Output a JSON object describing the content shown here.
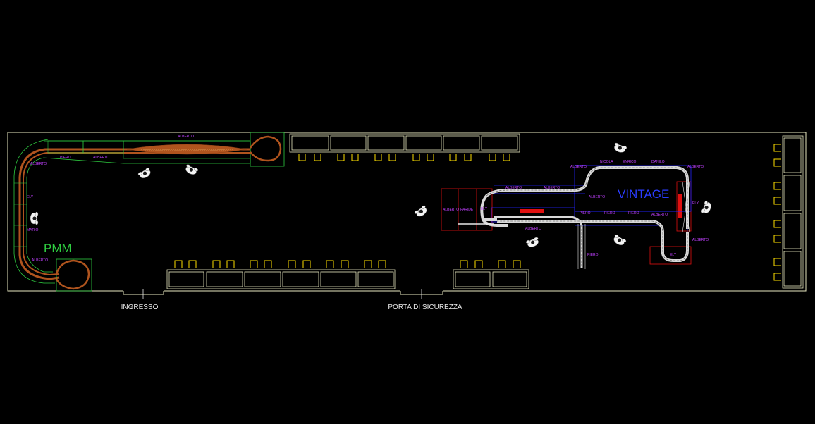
{
  "labels": {
    "pmm": "PMM",
    "vintage": "VINTAGE",
    "ingresso": "INGRESSO",
    "porta": "PORTA DI SICUREZZA"
  },
  "operators": {
    "alberto": "ALBERTO",
    "piero": "PIERO",
    "ely": "ELY",
    "mario": "MARIO",
    "nicola": "NICOLA",
    "enrico": "ENRICO",
    "danilo": "DANILO",
    "paride": "PARIDE"
  },
  "colors": {
    "background": "#000000",
    "walls": "#e8e8c0",
    "pmm_label": "#2ecc40",
    "vintage_label": "#2a3cff",
    "track_outline": "#2ecc40",
    "track_surface": "#b0541e",
    "vintage_frame": "#2222ff",
    "vintage_track": "#d8d8d8",
    "seats": "#ffe000",
    "red_zone": "#e01010",
    "operator_text": "#c040ff"
  }
}
